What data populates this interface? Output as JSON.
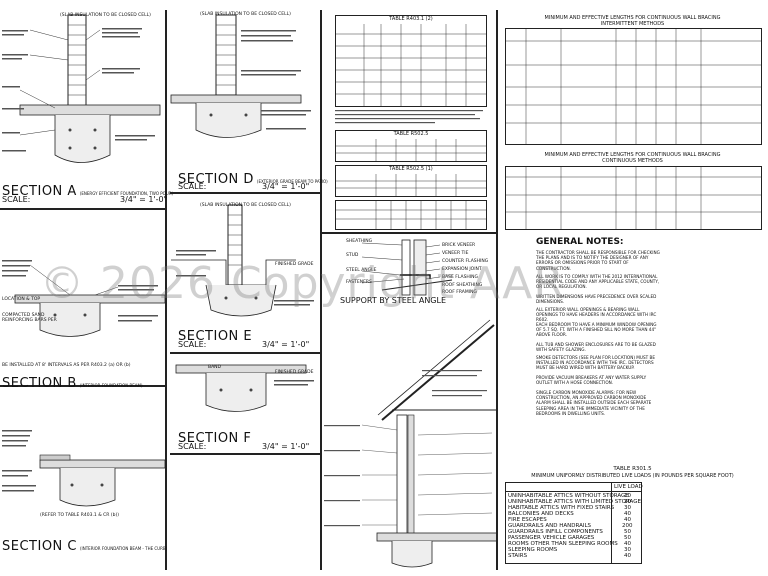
{
  "watermark": "© 2026 Copyright   AAR",
  "sections": {
    "a": {
      "title": "SECTION A",
      "sub": "(ENERGY EFFICIENT FOUNDATION, TWO POUR)",
      "scale_label": "SCALE:",
      "scale": "3/4\" = 1'-0\""
    },
    "b": {
      "title": "SECTION B",
      "sub": "(INTERIOR FOUNDATION BEAM)"
    },
    "c": {
      "title": "SECTION C",
      "sub": "(INTERIOR FOUNDATION BEAM - THE CURB)"
    },
    "d": {
      "title": "SECTION D",
      "sub": "(EXTERIOR GRADE BEAM TO PATIO)",
      "scale_label": "SCALE:",
      "scale": "3/4\" = 1'-0\""
    },
    "e": {
      "title": "SECTION E",
      "scale_label": "SCALE:",
      "scale": "3/4\" = 1'-0\""
    },
    "f": {
      "title": "SECTION F",
      "scale_label": "SCALE:",
      "scale": "3/4\" = 1'-0\""
    }
  },
  "callouts": {
    "slab_insulation": "(SLAB INSULATION TO BE CLOSED CELL)",
    "finished_grade": "FINISHED GRADE",
    "band": "BAND",
    "refer_table": "(REFER TO TABLE R403.1 & CR (b))",
    "compacted_sand": "COMPACTED SAND",
    "location_top": "LOCATION & TOP",
    "reinforcing": "REINFORCING BARS PER",
    "installed_note": "BE INSTALLED AT 8' INTERVALS AS PER R403.2 (a) OR (b)"
  },
  "veneer": {
    "sheathing": "SHEATHING",
    "stud": "STUD",
    "steel_angle": "STEEL ANGLE",
    "fasteners": "FASTENERS",
    "brick_veneer": "BRICK VENEER",
    "veneer_tie": "VENEER TIE",
    "counter_flashing": "COUNTER FLASHING",
    "expansion_joint": "EXPANSION JOINT",
    "base_flashing": "BASE FLASHING",
    "roof_sheathing": "ROOF SHEATHING",
    "roof_framing": "ROOF FRAMING",
    "caption": "SUPPORT BY STEEL ANGLE"
  },
  "tables": {
    "r403": "TABLE R403.1 (2)",
    "bracing1": "MINIMUM AND EFFECTIVE LENGTHS FOR CONTINUOUS WALL BRACING",
    "bracing1_sub": "INTERMITTENT METHODS",
    "bracing2": "MINIMUM AND EFFECTIVE LENGTHS FOR CONTINUOUS WALL BRACING",
    "bracing2_sub": "CONTINUOUS METHODS",
    "mid1": "TABLE R502.5",
    "mid2": "TABLE R502.5 (1)"
  },
  "general_notes": {
    "title": "GENERAL NOTES:",
    "items": [
      "THE CONTRACTOR SHALL BE RESPONSIBLE FOR CHECKING THE PLANS AND IS TO NOTIFY THE DESIGNER OF ANY ERRORS OR OMISSIONS PRIOR TO START OF CONSTRUCTION.",
      "ALL WORK IS TO COMPLY WITH THE 2012 INTERNATIONAL RESIDENTIAL CODE AND ANY APPLICABLE STATE, COUNTY, OR LOCAL REGULATION.",
      "WRITTEN DIMENSIONS HAVE PRECEDENCE OVER SCALED DIMENSIONS.",
      "ALL EXTERIOR WALL OPENINGS & BEARING WALL OPENINGS TO HAVE HEADERS IN ACCORDANCE WITH IRC R602.",
      "EACH BEDROOM TO HAVE A MINIMUM WINDOW OPENING OF 5.7 SQ. FT. WITH A FINISHED SILL NO MORE THAN 44\" ABOVE FLOOR.",
      "ALL TUB AND SHOWER ENCLOSURES ARE TO BE GLAZED WITH SAFETY GLAZING.",
      "SMOKE DETECTORS (SEE PLAN FOR LOCATION) MUST BE INSTALLED IN ACCORDANCE WITH THE IRC. DETECTORS MUST BE HARD WIRED WITH BATTERY BACKUP.",
      "PROVIDE VACUUM BREAKERS AT ANY WATER SUPPLY OUTLET WITH A HOSE CONNECTION.",
      "SINGLE CARBON MONOXIDE ALARMS: FOR NEW CONSTRUCTION, AN APPROVED CARBON MONOXIDE ALARM SHALL BE INSTALLED OUTSIDE EACH SEPARATE SLEEPING AREA IN THE IMMEDIATE VICINITY OF THE BEDROOMS IN DWELLING UNITS."
    ]
  },
  "live_loads": {
    "title": "TABLE R301.5",
    "subtitle": "MINIMUM UNIFORMLY DISTRIBUTED LIVE LOADS (IN POUNDS PER SQUARE FOOT)",
    "col_header": "LIVE LOAD",
    "rows": [
      {
        "use": "UNINHABITABLE ATTICS WITHOUT STORAGE",
        "load": "10"
      },
      {
        "use": "UNINHABITABLE ATTICS WITH LIMITED STORAGE",
        "load": "20"
      },
      {
        "use": "HABITABLE ATTICS WITH FIXED STAIRS",
        "load": "30"
      },
      {
        "use": "BALCONIES AND DECKS",
        "load": "40"
      },
      {
        "use": "FIRE ESCAPES",
        "load": "40"
      },
      {
        "use": "GUARDRAILS AND HANDRAILS",
        "load": "200"
      },
      {
        "use": "GUARDRAILS INFILL COMPONENTS",
        "load": "50"
      },
      {
        "use": "PASSENGER VEHICLE GARAGES",
        "load": "50"
      },
      {
        "use": "ROOMS OTHER THAN SLEEPING ROOMS",
        "load": "40"
      },
      {
        "use": "SLEEPING ROOMS",
        "load": "30"
      },
      {
        "use": "STAIRS",
        "load": "40"
      }
    ]
  }
}
